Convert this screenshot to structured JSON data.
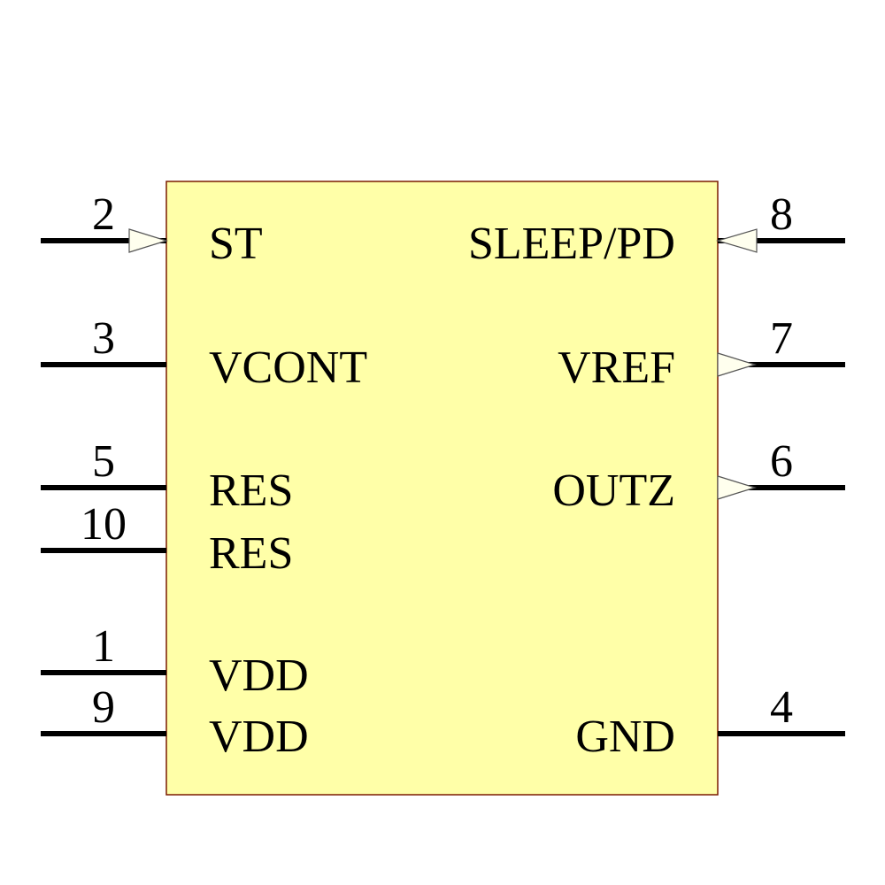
{
  "colors": {
    "body_fill": "#ffffa8",
    "body_stroke": "#7a1c00",
    "pin": "#000000"
  },
  "left_pins": [
    {
      "number": "2",
      "name": "ST",
      "arrow": "input"
    },
    {
      "number": "3",
      "name": "VCONT",
      "arrow": "none"
    },
    {
      "number": "5",
      "name": "RES",
      "arrow": "none"
    },
    {
      "number": "10",
      "name": "RES",
      "arrow": "none"
    },
    {
      "number": "1",
      "name": "VDD",
      "arrow": "none"
    },
    {
      "number": "9",
      "name": "VDD",
      "arrow": "none"
    }
  ],
  "right_pins": [
    {
      "number": "8",
      "name": "SLEEP/PD",
      "arrow": "input"
    },
    {
      "number": "7",
      "name": "VREF",
      "arrow": "output"
    },
    {
      "number": "6",
      "name": "OUTZ",
      "arrow": "output"
    },
    {
      "number": "4",
      "name": "GND",
      "arrow": "none"
    }
  ]
}
